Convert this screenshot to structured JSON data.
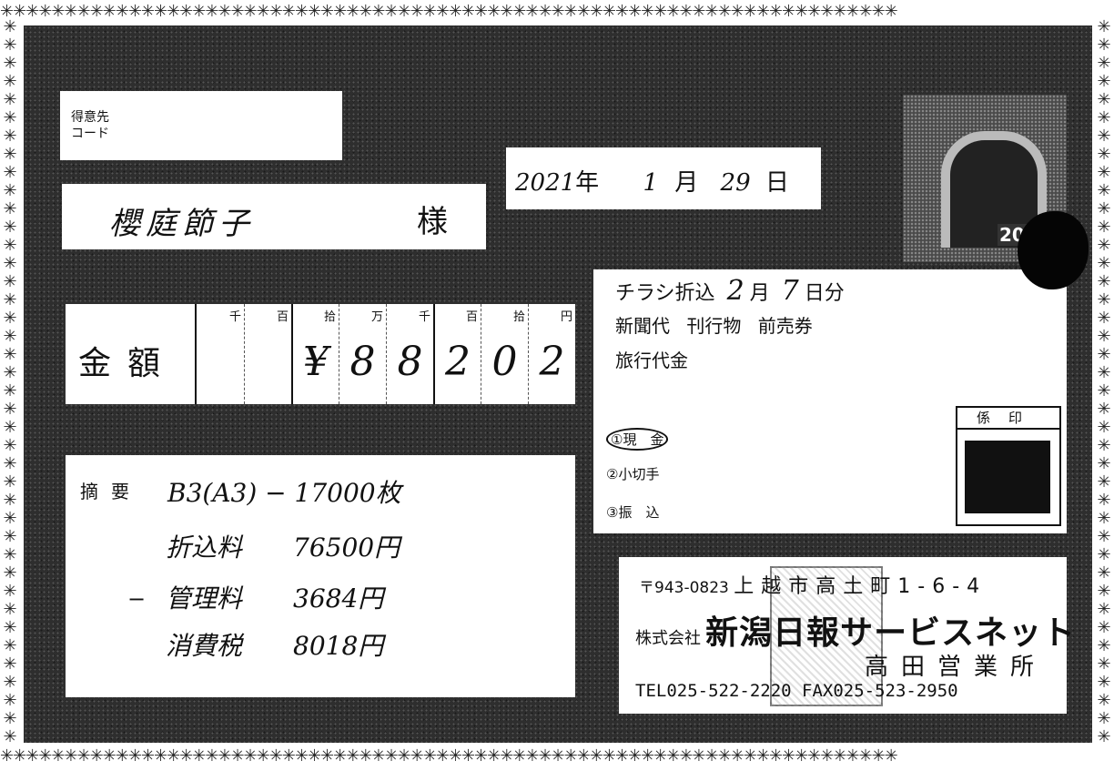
{
  "border_pattern": "✳✳✳✳✳✳✳✳✳✳✳✳✳✳✳✳✳✳✳✳✳✳✳✳✳✳✳✳✳✳✳✳✳✳✳✳✳✳✳✳✳✳✳✳✳✳✳✳✳✳✳✳✳✳✳✳✳✳✳✳✳✳✳✳✳✳✳✳✳✳",
  "customer_code": {
    "label": "得意先\nコード"
  },
  "recipient": {
    "name": "櫻庭節子",
    "suffix": "様"
  },
  "date": {
    "year": "2021",
    "year_unit": "年",
    "month": "1",
    "month_unit": "月",
    "day": "29",
    "day_unit": "日"
  },
  "amount": {
    "label": "金額",
    "units": [
      "千",
      "百",
      "拾",
      "万",
      "千",
      "百",
      "拾",
      "円"
    ],
    "digits": [
      "",
      "",
      "¥",
      "8",
      "8",
      "2",
      "0",
      "2"
    ]
  },
  "flyer": {
    "prefix": "チラシ折込",
    "month": "2",
    "month_unit": "月",
    "day": "7",
    "day_unit": "日分",
    "categories": "新聞代 刊行物 前売券",
    "travel": "旅行代金"
  },
  "payment_methods": [
    {
      "label": "①現　金",
      "selected": true
    },
    {
      "label": "②小切手",
      "selected": false
    },
    {
      "label": "③振　込",
      "selected": false
    }
  ],
  "seal": {
    "label": "係印"
  },
  "summary": {
    "label": "摘要",
    "first_line": "B3(A3) − 17000枚",
    "dash": "−",
    "rows": [
      {
        "label": "折込料",
        "value": "76500円"
      },
      {
        "label": "管理料",
        "value": "3684円"
      },
      {
        "label": "消費税",
        "value": "8018円"
      }
    ]
  },
  "company": {
    "address": "〒943-0823",
    "address_city": "上越市高土町1-6-4",
    "company_type": "株式会社",
    "name": "新潟日報サービスネット",
    "branch": "高田営業所",
    "tel": "TEL025-522-2220 FAX025-523-2950"
  },
  "logo": {
    "number": "2001"
  }
}
